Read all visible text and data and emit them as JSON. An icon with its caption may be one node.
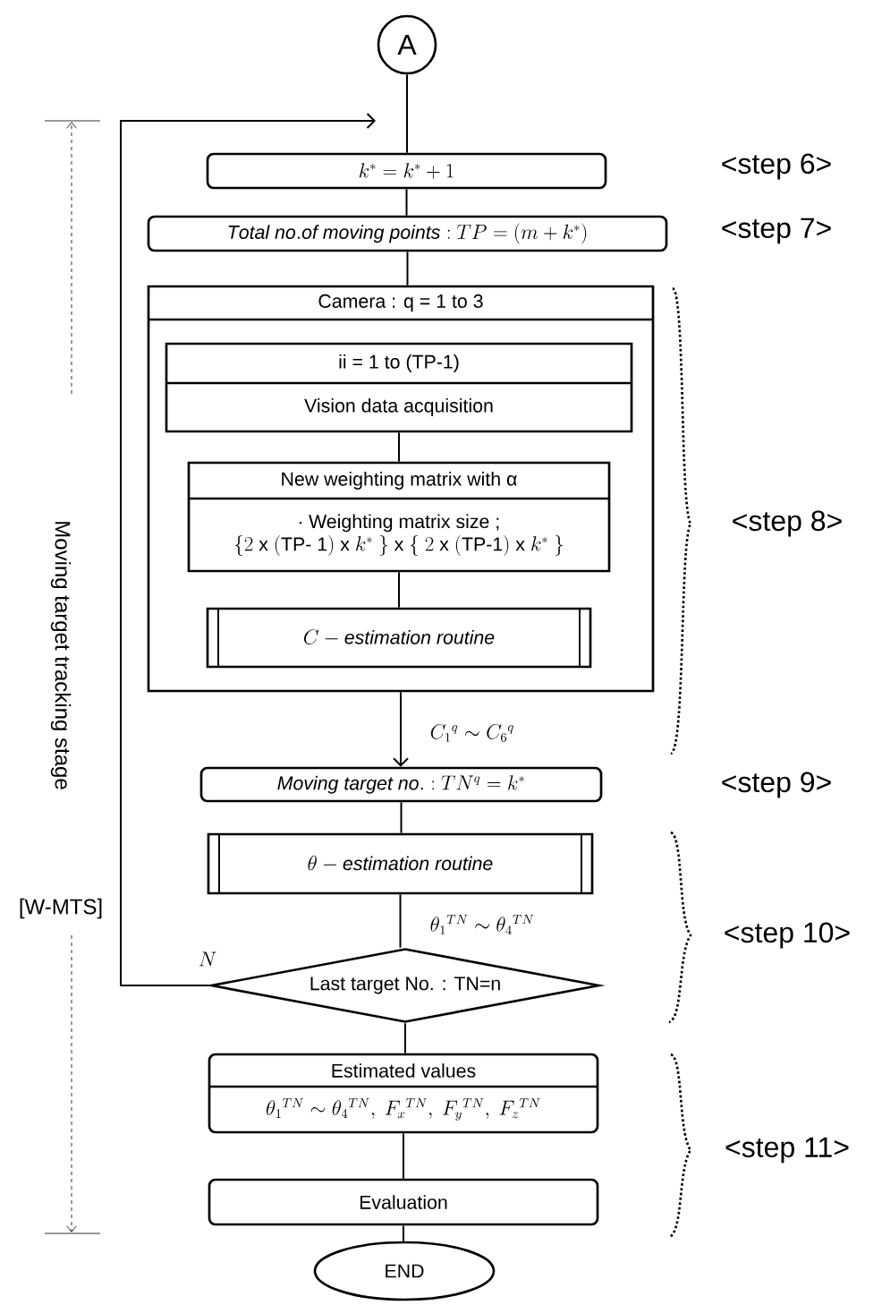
{
  "diagram": {
    "nodes": [
      {
        "text": [
          "A"
        ]
      },
      {
        "text": [
          "k^{*}=k^{*}+1"
        ]
      },
      {
        "text": [
          "\\mathit{Total\\ no.of\\ moving\\ points:}\\ TP=(m+k^{*})"
        ]
      },
      {
        "text": [
          "Camera : q = 1 to 3"
        ]
      },
      {
        "text": [
          "ii = 1 to (TP-1)",
          "Vision data acquisition"
        ],
        "in": 3
      },
      {
        "text": [
          "New weighting matrix with α",
          "\\begin{array}{c}\\cdot\\ \\text{Weighting matrix size ;}\\\\ \\{2\\ \\text{x}\\ (\\text{TP- 1})\\ \\text{x}\\ k^{*}\\ \\}\\ \\text{x}\\ \\{\\ 2\\ \\text{x}\\ (\\text{TP-1})\\ \\text{x}\\ k^{*}\\ \\}\\end{array}"
        ],
        "in": 3
      },
      {
        "text": [
          "C-\\mathit{estimation\\ routine}"
        ],
        "in": 3
      },
      {
        "text": [
          "\\mathit{Moving\\ target\\ no.:}\\ TN^{q}=k^{*}"
        ]
      },
      {
        "text": [
          "\\theta-\\mathit{estimation\\ routine}"
        ]
      },
      {
        "text": [
          "Last target No. : TN=n"
        ]
      },
      {
        "text": [
          "Estimated values",
          "\\theta_{1}{}^{TN}\\sim\\theta_{4}{}^{TN},\\ F_{x}{}^{TN},\\ F_{y}{}^{TN},\\ F_{z}{}^{TN}"
        ]
      },
      {
        "text": [
          "Evaluation"
        ]
      },
      {
        "text": [
          "END"
        ]
      }
    ],
    "edges": [
      {
        "from": 0,
        "to": 1,
        "arrow": "none"
      },
      {
        "from": 1,
        "to": 2,
        "arrow": "none"
      },
      {
        "from": 2,
        "to": 3,
        "arrow": "none"
      },
      {
        "from": 4,
        "to": 5,
        "arrow": "none"
      },
      {
        "from": 5,
        "to": 6,
        "arrow": "none"
      },
      {
        "from": 3,
        "to": 7,
        "arrow": "to",
        "label": "C_{1}{}^{q}\\sim C_{6}{}^{q}"
      },
      {
        "from": 7,
        "to": 8,
        "arrow": "none"
      },
      {
        "from": 8,
        "to": 9,
        "arrow": "none",
        "label": "\\theta_{1}{}^{TN}\\sim\\theta_{4}{}^{TN}"
      },
      {
        "from": 9,
        "to": 1,
        "arrow": "to",
        "label": "N"
      },
      {
        "from": 9,
        "to": 10,
        "arrow": "none"
      },
      {
        "from": 10,
        "to": 11,
        "arrow": "none"
      },
      {
        "from": 11,
        "to": 12,
        "arrow": "none"
      }
    ],
    "labels": [
      "<step 6>",
      "<step 7>",
      "<step 8>",
      "<step 9>",
      "<step 10>",
      "<step 11>",
      "Moving target tracking stage",
      "[W-MTS]"
    ]
  }
}
